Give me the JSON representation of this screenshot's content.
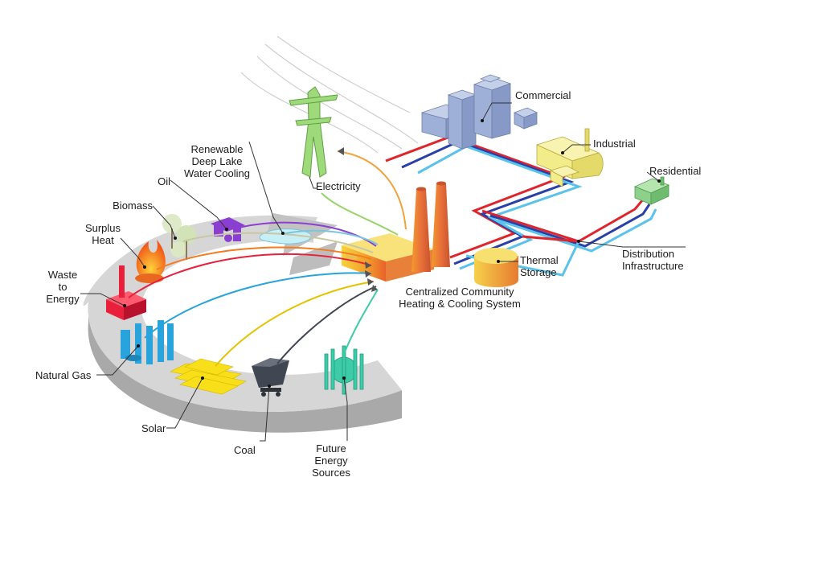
{
  "labels": {
    "commercial": "Commercial",
    "industrial": "Industrial",
    "residential": "Residential",
    "distribution": "Distribution\nInfrastructure",
    "thermal_storage": "Thermal\nStorage",
    "central_system": "Centralized Community\nHeating & Cooling System",
    "electricity": "Electricity",
    "deep_lake": "Renewable\nDeep Lake\nWater Cooling",
    "oil": "Oil",
    "biomass": "Biomass",
    "surplus_heat": "Surplus\nHeat",
    "waste_to_energy": "Waste\nto\nEnergy",
    "natural_gas": "Natural Gas",
    "solar": "Solar",
    "coal": "Coal",
    "future_energy": "Future\nEnergy\nSources"
  },
  "colors": {
    "ring_top": "#d6d6d6",
    "ring_side": "#a9a9a9",
    "hot_pipe": "#e0242b",
    "cold_pipe": "#2a3fa8",
    "light_pipe": "#5bc2ea",
    "plant": "#f2a23a",
    "pylon": "#8fd46b",
    "buildings": "#9fb0d8",
    "industrial": "#f3ec8a",
    "residential": "#8cd08c",
    "storage": "#f1b24a",
    "waste": "#e8203c",
    "biomass_fire": "#f47b20",
    "oil": "#8b3fd1",
    "lake": "#a9e0ef",
    "gas": "#29a3dc",
    "solar": "#f8df1a",
    "coal": "#404752",
    "future": "#3ecba7"
  }
}
